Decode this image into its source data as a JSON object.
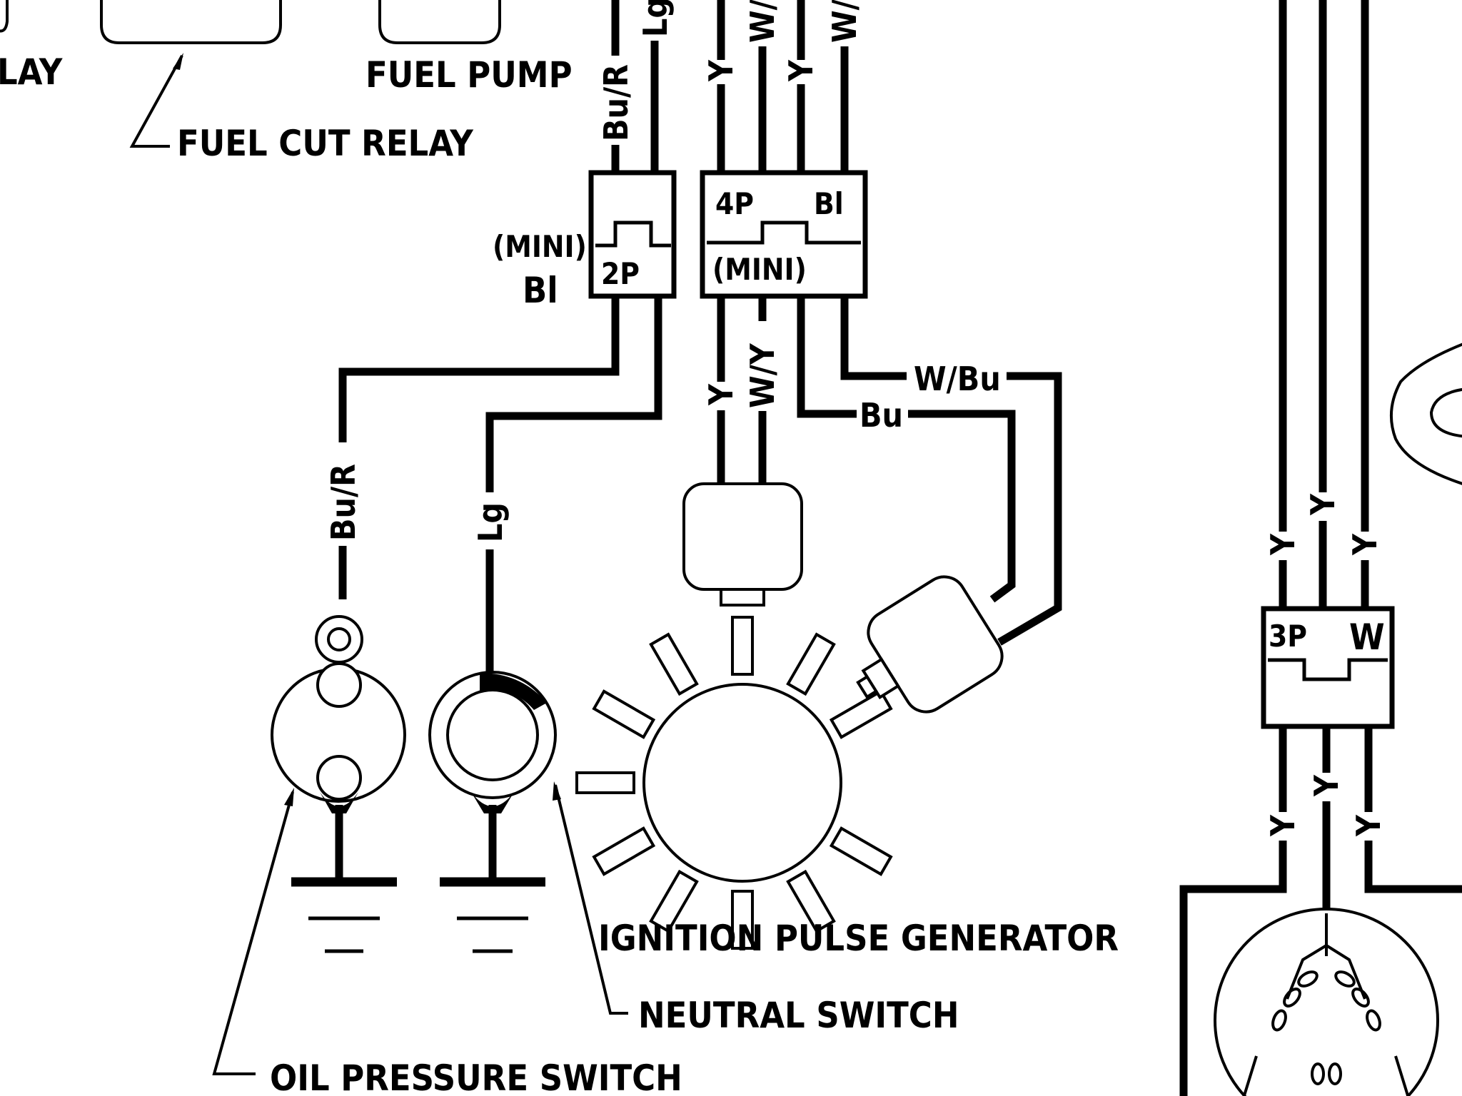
{
  "labels": {
    "relay_partial": "LAY",
    "fuel_pump": "FUEL PUMP",
    "fuel_cut_relay": "FUEL CUT RELAY",
    "ignition_pulse_generator": "IGNITION PULSE GENERATOR",
    "neutral_switch": "NEUTRAL SWITCH",
    "oil_pressure_switch": "OIL PRESSURE SWITCH"
  },
  "connectors": {
    "two_pin": {
      "type": "(MINI)",
      "pins": "2P",
      "color": "Bl"
    },
    "four_pin": {
      "pins": "4P",
      "color": "Bl",
      "type": "(MINI)"
    },
    "three_pin": {
      "pins": "3P",
      "color": "W"
    }
  },
  "wires": {
    "bu_r": "Bu/R",
    "lg": "Lg",
    "y": "Y",
    "w_y": "W/Y",
    "w_bu": "W/Bu",
    "bu": "Bu"
  },
  "colors": {
    "ink": "#000000",
    "paper": "#ffffff"
  }
}
